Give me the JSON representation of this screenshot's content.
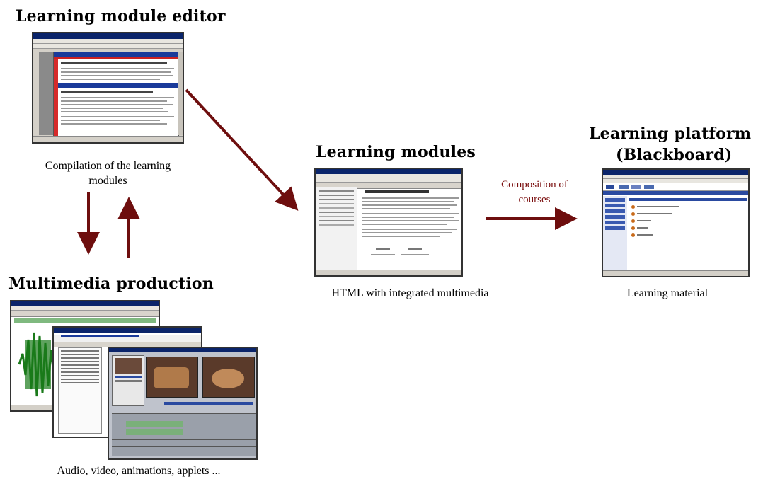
{
  "editor": {
    "heading": "Learning module editor",
    "caption_line1": "Compilation of the learning",
    "caption_line2": "modules"
  },
  "multimedia": {
    "heading": "Multimedia production",
    "caption": "Audio, video, animations, applets ..."
  },
  "modules": {
    "heading": "Learning modules",
    "caption": "HTML with integrated multimedia"
  },
  "platform": {
    "heading_line1": "Learning platform",
    "heading_line2": "(Blackboard)",
    "caption": "Learning material"
  },
  "composition": {
    "label_line1": "Composition of",
    "label_line2": "courses"
  },
  "colors": {
    "arrow": "#6e0e0e",
    "window_blue": "#0a246a",
    "accent_red": "#d62a2a"
  }
}
